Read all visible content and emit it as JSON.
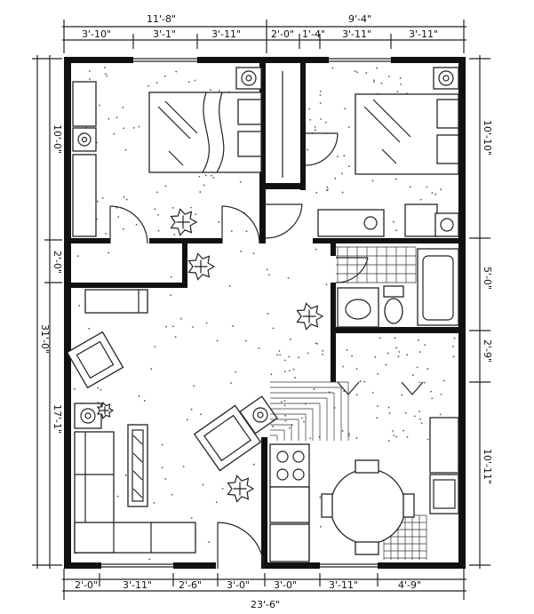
{
  "dimensions": {
    "top_overall": [
      "11'-8\"",
      "9'-4\""
    ],
    "top_segments": [
      "3'-10\"",
      "3'-1\"",
      "3'-11\"",
      "2'-0\"",
      "1'-4\"",
      "3'-11\"",
      "3'-11\""
    ],
    "bottom_segments": [
      "2'-0\"",
      "3'-11\"",
      "2'-6\"",
      "3'-0\"",
      "3'-0\"",
      "3'-11\"",
      "4'-9\""
    ],
    "bottom_overall": "23'-6\"",
    "left_overall": "31'-0\"",
    "left_segments": [
      "10'-0\"",
      "2'-0\"",
      "17'-1\""
    ],
    "right_segments": [
      "10'-10\"",
      "5'-0\"",
      "2'-9\"",
      "10'-11\""
    ]
  },
  "palette": {
    "ink": "#111111",
    "paper": "#ffffff",
    "hatch": "#333333"
  }
}
